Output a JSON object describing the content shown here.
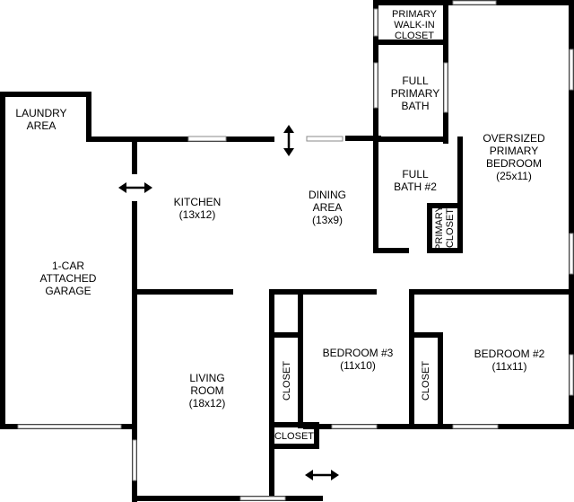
{
  "rooms": {
    "laundry": {
      "line1": "LAUNDRY",
      "line2": "AREA"
    },
    "garage": {
      "line1": "1-CAR",
      "line2": "ATTACHED",
      "line3": "GARAGE"
    },
    "kitchen": {
      "name": "KITCHEN",
      "size": "(13x12)"
    },
    "dining": {
      "line1": "DINING",
      "line2": "AREA",
      "size": "(13x9)"
    },
    "walkin_closet": {
      "line1": "PRIMARY",
      "line2": "WALK-IN",
      "line3": "CLOSET"
    },
    "primary_bath": {
      "line1": "FULL",
      "line2": "PRIMARY",
      "line3": "BATH"
    },
    "bath2": {
      "line1": "FULL",
      "line2": "BATH #2"
    },
    "primary_closet": {
      "line1": "PRIMARY",
      "line2": "CLOSET"
    },
    "primary_bedroom": {
      "line1": "OVERSIZED",
      "line2": "PRIMARY",
      "line3": "BEDROOM",
      "size": "(25x11)"
    },
    "living": {
      "line1": "LIVING",
      "line2": "ROOM",
      "size": "(18x12)"
    },
    "bedroom3": {
      "name": "BEDROOM #3",
      "size": "(11x10)"
    },
    "bedroom2": {
      "name": "BEDROOM #2",
      "size": "(11x11)"
    },
    "closet_b3": {
      "label": "CLOSET"
    },
    "closet_b2": {
      "label": "CLOSET"
    },
    "closet_hall": {
      "label": "CLOSET"
    }
  }
}
